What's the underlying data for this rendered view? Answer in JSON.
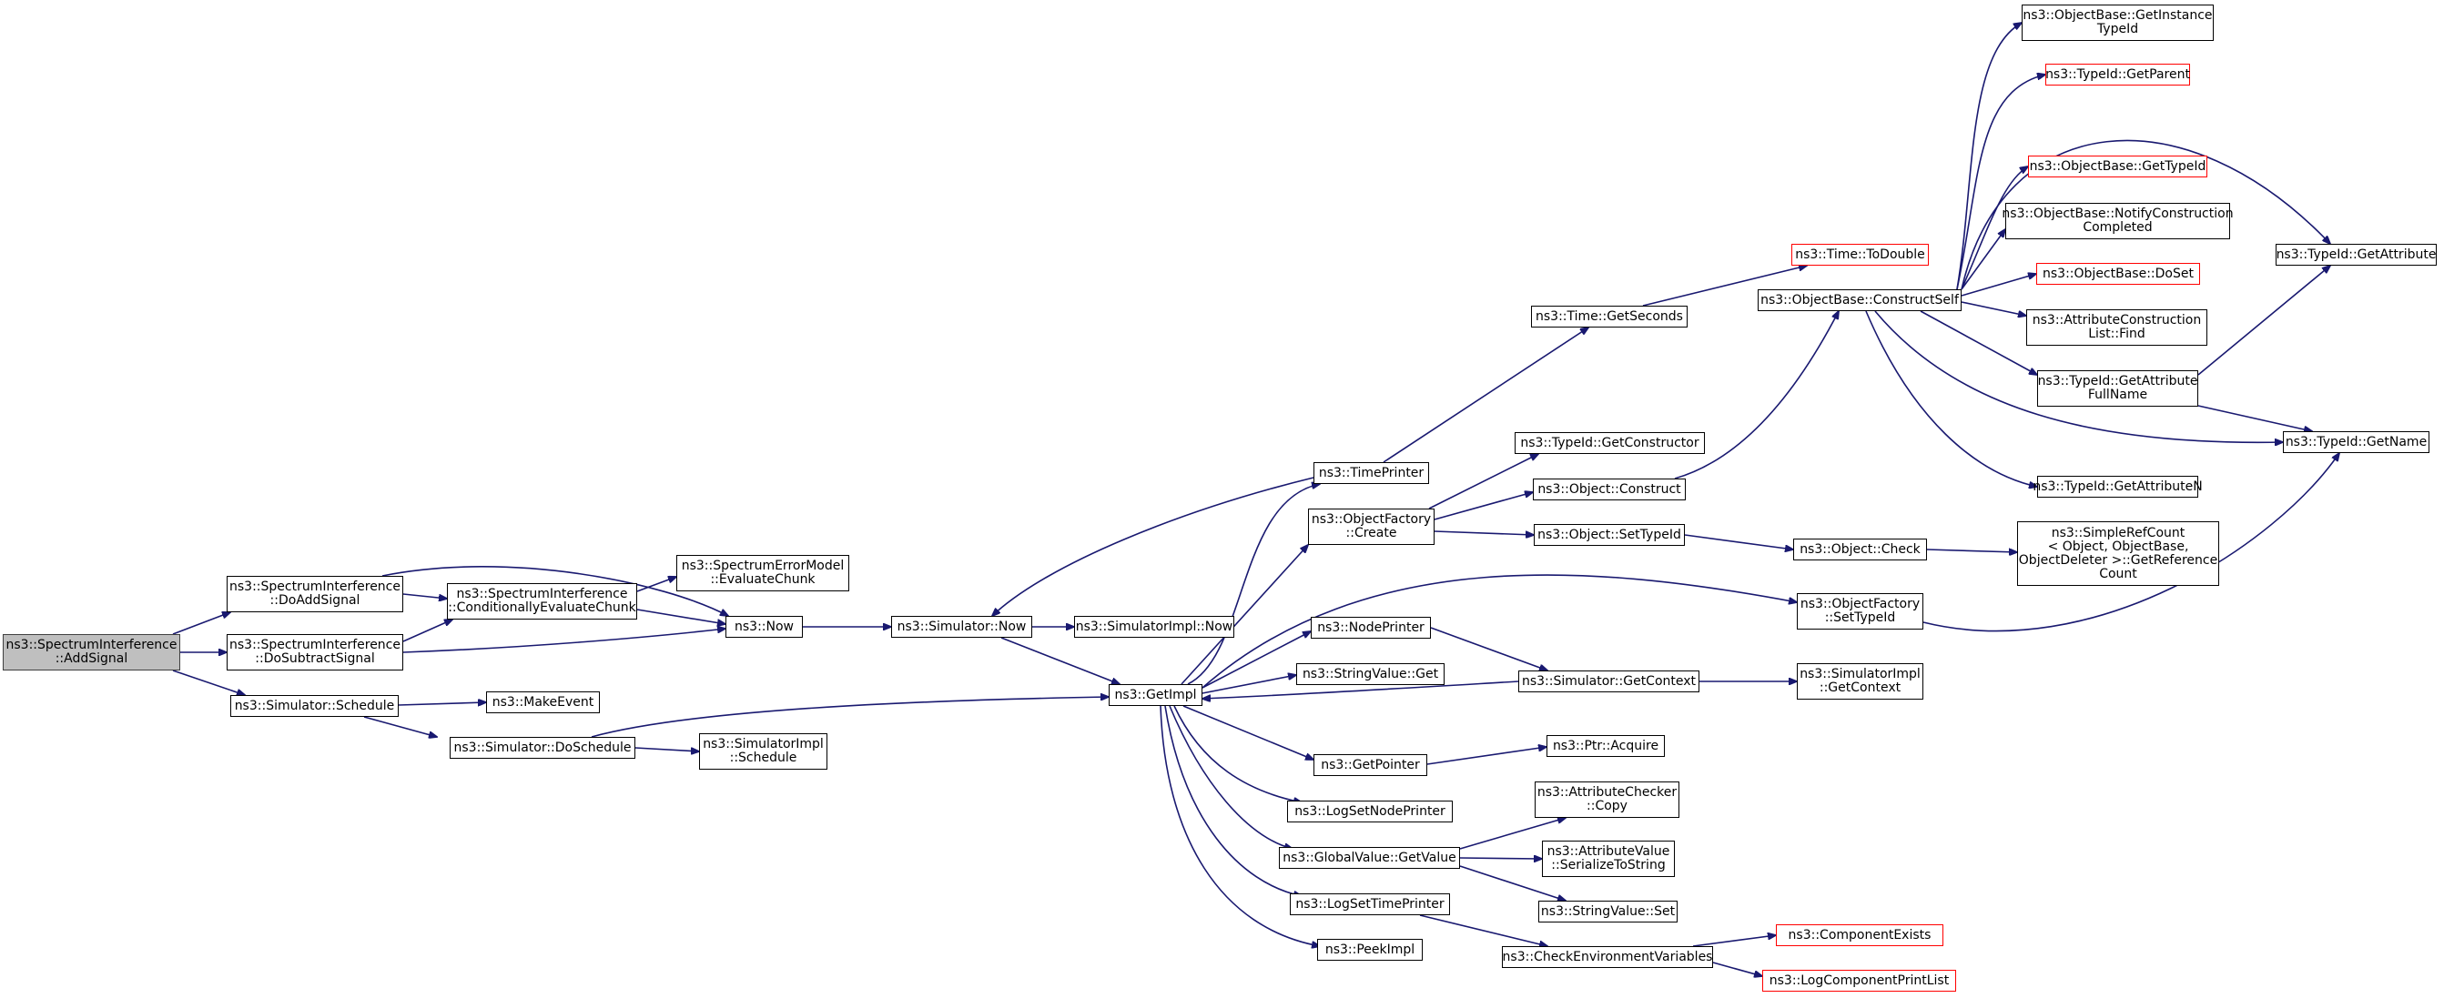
{
  "diagram": {
    "type": "doxygen-call-graph",
    "root": "ns3::SpectrumInterference::AddSignal",
    "colors": {
      "edge": "#191970",
      "node_border": "#000000",
      "root_fill": "#bfbfbf",
      "undocumented_border": "#ff0000"
    },
    "nodes": {
      "add_signal": [
        "ns3::SpectrumInterference",
        "::AddSignal"
      ],
      "do_add_signal": [
        "ns3::SpectrumInterference",
        "::DoAddSignal"
      ],
      "do_subtract_signal": [
        "ns3::SpectrumInterference",
        "::DoSubtractSignal"
      ],
      "sim_schedule": [
        "ns3::Simulator::Schedule"
      ],
      "cond_eval_chunk": [
        "ns3::SpectrumInterference",
        "::ConditionallyEvaluateChunk"
      ],
      "make_event": [
        "ns3::MakeEvent"
      ],
      "sim_do_schedule": [
        "ns3::Simulator::DoSchedule"
      ],
      "eval_chunk": [
        "ns3::SpectrumErrorModel",
        "::EvaluateChunk"
      ],
      "now": [
        "ns3::Now"
      ],
      "impl_schedule": [
        "ns3::SimulatorImpl",
        "::Schedule"
      ],
      "sim_now": [
        "ns3::Simulator::Now"
      ],
      "impl_now": [
        "ns3::SimulatorImpl::Now"
      ],
      "get_impl": [
        "ns3::GetImpl"
      ],
      "time_printer": [
        "ns3::TimePrinter"
      ],
      "of_create": [
        "ns3::ObjectFactory",
        "::Create"
      ],
      "node_printer": [
        "ns3::NodePrinter"
      ],
      "sv_get": [
        "ns3::StringValue::Get"
      ],
      "get_pointer": [
        "ns3::GetPointer"
      ],
      "log_set_node_printer": [
        "ns3::LogSetNodePrinter"
      ],
      "gv_get_value": [
        "ns3::GlobalValue::GetValue"
      ],
      "log_set_time_printer": [
        "ns3::LogSetTimePrinter"
      ],
      "peek_impl": [
        "ns3::PeekImpl"
      ],
      "time_get_seconds": [
        "ns3::Time::GetSeconds"
      ],
      "typeid_get_constructor": [
        "ns3::TypeId::GetConstructor"
      ],
      "object_construct": [
        "ns3::Object::Construct"
      ],
      "object_set_typeid": [
        "ns3::Object::SetTypeId"
      ],
      "sim_get_context": [
        "ns3::Simulator::GetContext"
      ],
      "ptr_acquire": [
        "ns3::Ptr::Acquire"
      ],
      "attr_checker_copy": [
        "ns3::AttributeChecker",
        "::Copy"
      ],
      "attr_value_serialize": [
        "ns3::AttributeValue",
        "::SerializeToString"
      ],
      "sv_set": [
        "ns3::StringValue::Set"
      ],
      "check_env_vars": [
        "ns3::CheckEnvironmentVariables"
      ],
      "time_to_double": [
        "ns3::Time::ToDouble"
      ],
      "ob_construct_self": [
        "ns3::ObjectBase::ConstructSelf"
      ],
      "object_check": [
        "ns3::Object::Check"
      ],
      "of_set_typeid": [
        "ns3::ObjectFactory",
        "::SetTypeId"
      ],
      "impl_get_context": [
        "ns3::SimulatorImpl",
        "::GetContext"
      ],
      "component_exists": [
        "ns3::ComponentExists"
      ],
      "log_component_print_list": [
        "ns3::LogComponentPrintList"
      ],
      "ob_get_instance_typeid": [
        "ns3::ObjectBase::GetInstance",
        "TypeId"
      ],
      "typeid_get_parent": [
        "ns3::TypeId::GetParent"
      ],
      "ob_get_typeid": [
        "ns3::ObjectBase::GetTypeId"
      ],
      "ob_notify_construction": [
        "ns3::ObjectBase::NotifyConstruction",
        "Completed"
      ],
      "ob_doset": [
        "ns3::ObjectBase::DoSet"
      ],
      "acl_find": [
        "ns3::AttributeConstruction",
        "List::Find"
      ],
      "typeid_get_attr_fullname": [
        "ns3::TypeId::GetAttribute",
        "FullName"
      ],
      "typeid_get_attr_n": [
        "ns3::TypeId::GetAttributeN"
      ],
      "simple_ref_count": [
        "ns3::SimpleRefCount",
        "< Object, ObjectBase,",
        " ObjectDeleter >::GetReference",
        "Count"
      ],
      "typeid_get_attribute": [
        "ns3::TypeId::GetAttribute"
      ],
      "typeid_get_name": [
        "ns3::TypeId::GetName"
      ]
    }
  }
}
